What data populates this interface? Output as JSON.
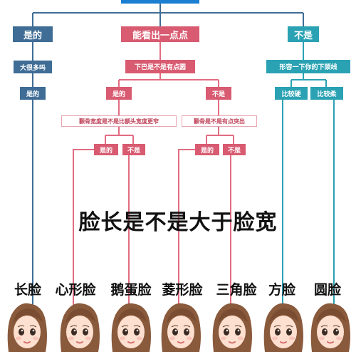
{
  "root": {
    "bar_color": "#1a7fd0"
  },
  "branches": {
    "yes": "是的",
    "a_little": "能看出一点点",
    "no": "不是"
  },
  "left": {
    "question": "大很多吗",
    "answer": "是的"
  },
  "middle": {
    "question": "下巴是不是有点圆",
    "yes": "是的",
    "no": "不是",
    "q_left": "颧骨宽度是不是比额头宽度更窄",
    "q_right": "颧骨是不是有点突出",
    "ll_yes": "是的",
    "ll_no": "不是",
    "rr_yes": "是的",
    "rr_no": "不是"
  },
  "right": {
    "question": "形容一下你的下颌线",
    "hard": "比较硬",
    "soft": "比较柔"
  },
  "headline": "脸长是不是大于脸宽",
  "shapes": [
    "长脸",
    "心形脸",
    "鹅蛋脸",
    "菱形脸",
    "三角脸",
    "方脸",
    "圆脸"
  ],
  "colors": {
    "blue": "#3f6d96",
    "red": "#d85b71",
    "teal": "#2aa2b3",
    "line_red": "#e26c82"
  }
}
